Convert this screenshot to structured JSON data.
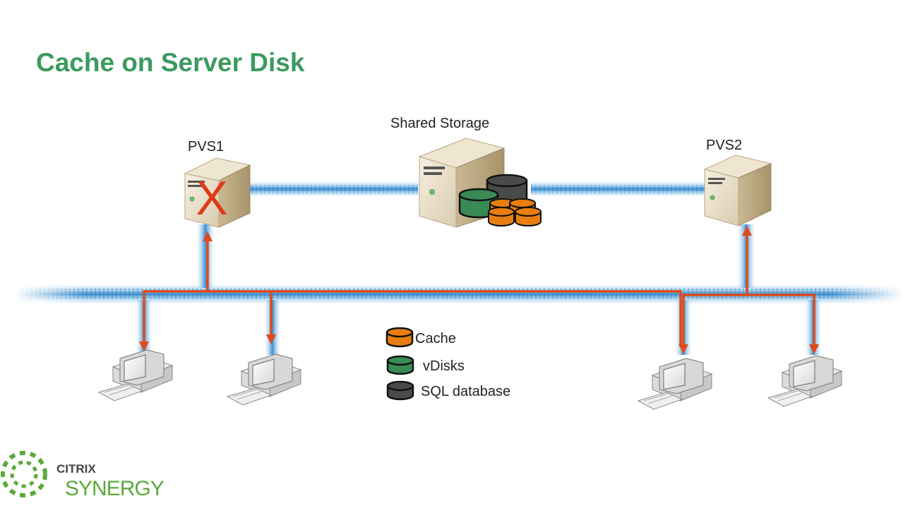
{
  "title": "Cache on Server Disk",
  "nodes": {
    "shared_storage": "Shared Storage",
    "pvs1": "PVS1",
    "pvs2": "PVS2",
    "failure_mark": "X"
  },
  "legend": [
    {
      "label": "Cache",
      "color": "#e87e10"
    },
    {
      "label": "vDisks",
      "color": "#3a8a55"
    },
    {
      "label": "SQL database",
      "color": "#4a4a4a"
    }
  ],
  "branding": {
    "company": "CITRIX",
    "event": "SYNERGY",
    "color": "#5aaa3c"
  },
  "colors": {
    "title": "#3b9a5e",
    "flow": "#e04a1a",
    "network": "#3a8fd0",
    "failure": "#e03a1a"
  }
}
